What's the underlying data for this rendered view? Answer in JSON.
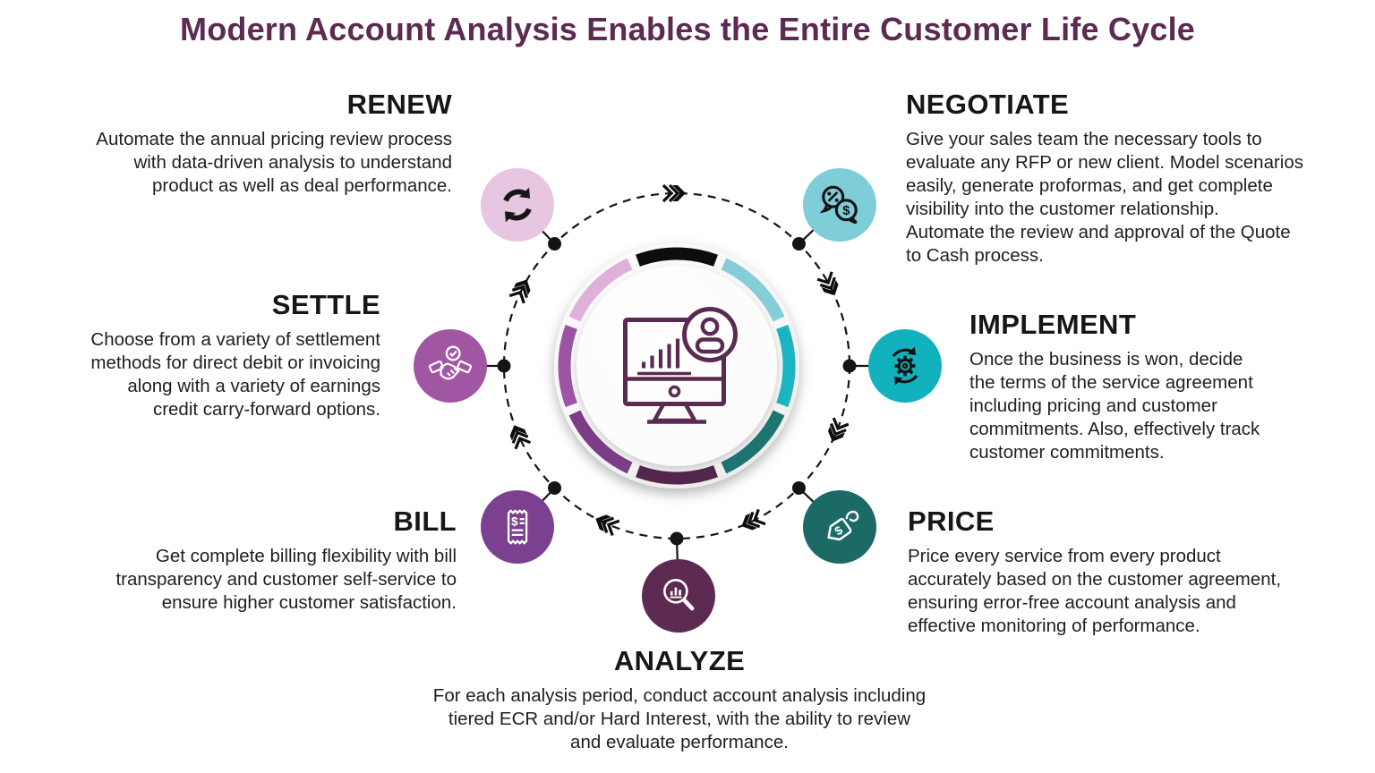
{
  "title": {
    "text": "Modern Account Analysis Enables the Entire Customer Life Cycle",
    "color": "#5c2a52"
  },
  "stages": [
    {
      "id": "renew",
      "label": "RENEW",
      "icon": "refresh-icon",
      "circle_color": "#e6c6e0",
      "icon_color": "#161616",
      "description": "Automate the annual pricing review process\nwith data-driven analysis to understand\nproduct as well as deal performance."
    },
    {
      "id": "negotiate",
      "label": "NEGOTIATE",
      "icon": "chat-percent-dollar-icon",
      "circle_color": "#7ecdd8",
      "icon_color": "#161616",
      "description": "Give your sales team the necessary tools to\nevaluate any RFP or new client. Model scenarios\neasily, generate proformas, and get complete\nvisibility into the customer relationship.\nAutomate the review and approval of the Quote\nto Cash process."
    },
    {
      "id": "settle",
      "label": "SETTLE",
      "icon": "handshake-check-icon",
      "circle_color": "#a156a3",
      "icon_color": "#ffffff",
      "description": "Choose from a variety of settlement\nmethods for direct debit or invoicing\nalong with a variety of earnings\ncredit carry-forward options."
    },
    {
      "id": "implement",
      "label": "IMPLEMENT",
      "icon": "gear-sync-icon",
      "circle_color": "#12b1be",
      "icon_color": "#161616",
      "description": "Once the business is won, decide\nthe terms of the service agreement\nincluding pricing and customer\ncommitments. Also, effectively track\ncustomer commitments."
    },
    {
      "id": "bill",
      "label": "BILL",
      "icon": "receipt-icon",
      "circle_color": "#7c4090",
      "icon_color": "#ffffff",
      "description": "Get complete billing flexibility with bill\ntransparency and customer self-service to\nensure higher customer satisfaction."
    },
    {
      "id": "price",
      "label": "PRICE",
      "icon": "price-tag-icon",
      "circle_color": "#1b6a66",
      "icon_color": "#ffffff",
      "description": "Price every service from every product\naccurately based on the customer agreement,\nensuring error-free account analysis and\neffective monitoring of performance."
    },
    {
      "id": "analyze",
      "label": "ANALYZE",
      "icon": "magnifier-chart-icon",
      "circle_color": "#5d2b52",
      "icon_color": "#ffffff",
      "description": "For each analysis period, conduct account analysis including\ntiered ECR and/or Hard Interest, with the ability to review\nand evaluate performance."
    }
  ],
  "hub": {
    "center_icon": "monitor-analytics-user-icon",
    "center_icon_color": "#5b2a50",
    "hub_fill_color": "#ffffff",
    "orbit_color": "#141414",
    "dot_color": "#141414",
    "arrow_color": "#0d0d0d",
    "ring_segments": [
      {
        "position": "top",
        "color": "#0d0d0d"
      },
      {
        "position": "upper-right",
        "color": "#84cdd9"
      },
      {
        "position": "right",
        "color": "#1cb4c0"
      },
      {
        "position": "lower-right",
        "color": "#1d7471"
      },
      {
        "position": "bottom",
        "color": "#53264b"
      },
      {
        "position": "lower-left",
        "color": "#7b3d85"
      },
      {
        "position": "left",
        "color": "#9d54a3"
      },
      {
        "position": "upper-left",
        "color": "#dfb0d9"
      }
    ]
  }
}
